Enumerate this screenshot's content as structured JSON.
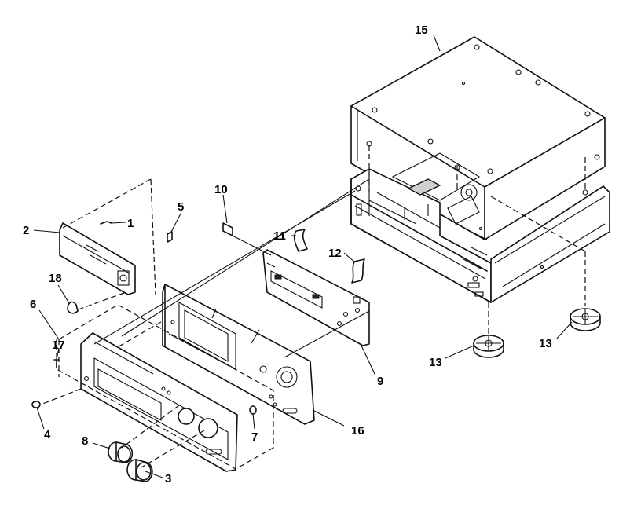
{
  "parts": [
    {
      "id": "p1",
      "label": "1"
    },
    {
      "id": "p2",
      "label": "2"
    },
    {
      "id": "p3",
      "label": "3"
    },
    {
      "id": "p4",
      "label": "4"
    },
    {
      "id": "p5",
      "label": "5"
    },
    {
      "id": "p6",
      "label": "6"
    },
    {
      "id": "p7",
      "label": "7"
    },
    {
      "id": "p8",
      "label": "8"
    },
    {
      "id": "p9",
      "label": "9"
    },
    {
      "id": "p10",
      "label": "10"
    },
    {
      "id": "p11",
      "label": "11"
    },
    {
      "id": "p12",
      "label": "12"
    },
    {
      "id": "p13a",
      "label": "13"
    },
    {
      "id": "p13b",
      "label": "13"
    },
    {
      "id": "p15",
      "label": "15"
    },
    {
      "id": "p16",
      "label": "16"
    },
    {
      "id": "p17",
      "label": "17"
    },
    {
      "id": "p18",
      "label": "18"
    }
  ]
}
